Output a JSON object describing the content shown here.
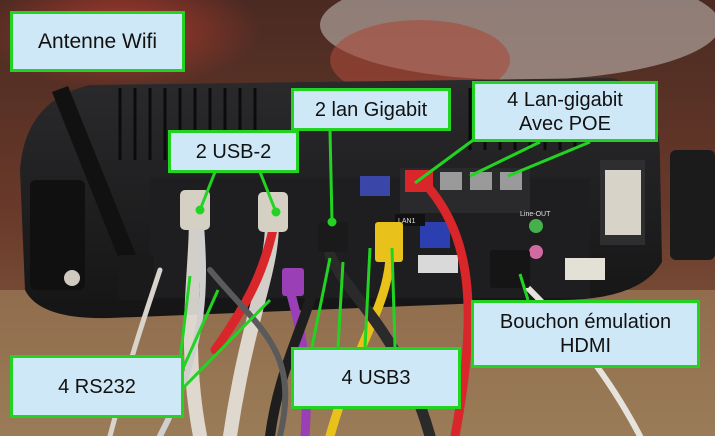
{
  "photo": {
    "subject": "embedded-pc-rear-panel",
    "colors": {
      "label_fill": "#cfe8f7",
      "label_border": "#22d322",
      "arrow": "#22d322",
      "chassis": "#1c1c1e",
      "cable_red": "#d8262b",
      "cable_yellow": "#e8c21b",
      "cable_purple": "#9a3fb5",
      "cable_white": "#e6e2dc"
    },
    "case_texts": {
      "lan1": "LAN1",
      "line_out": "Line-OUT"
    }
  },
  "labels": {
    "wifi": "Antenne Wifi",
    "usb2": "2 USB-2",
    "lan2": "2 lan Gigabit",
    "lan4": "4 Lan-gigabit\nAvec POE",
    "rs232": "4 RS232",
    "usb3": "4 USB3",
    "hdmi": "Bouchon émulation\nHDMI"
  }
}
